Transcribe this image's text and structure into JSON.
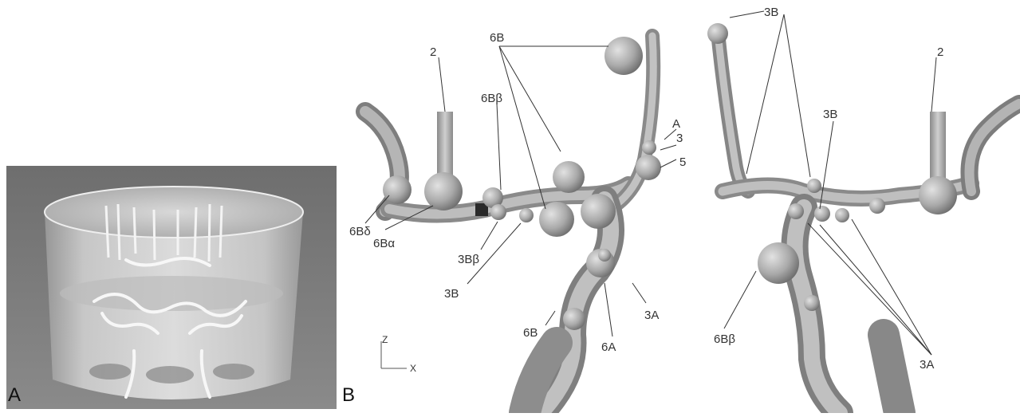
{
  "panel_a": {
    "letter": "A"
  },
  "panel_b": {
    "letter": "B",
    "axes": {
      "z": "Z",
      "x": "X"
    },
    "left_labels": {
      "l_6b_top": "6B",
      "l_2": "2",
      "l_6bbeta": "6Bβ",
      "l_a": "A",
      "l_3": "3",
      "l_5": "5",
      "l_6bdelta": "6Bδ",
      "l_6balpha": "6Bα",
      "l_3bbeta": "3Bβ",
      "l_3b": "3B",
      "l_6b_bottom": "6B",
      "l_6a": "6A",
      "l_3a": "3A"
    },
    "right_labels": {
      "r_3b_top": "3B",
      "r_2": "2",
      "r_3b_mid": "3B",
      "r_6bbeta": "6Bβ",
      "r_3a": "3A"
    }
  }
}
